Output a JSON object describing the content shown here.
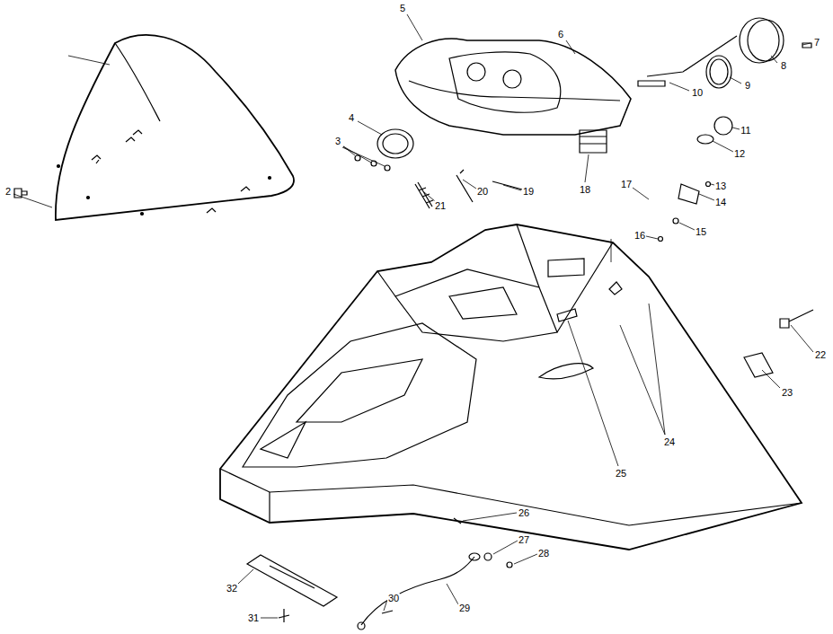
{
  "diagram": {
    "labels": [
      "2",
      "3",
      "4",
      "5",
      "6",
      "7",
      "8",
      "9",
      "10",
      "11",
      "12",
      "13",
      "14",
      "15",
      "16",
      "17",
      "18",
      "19",
      "20",
      "21",
      "22",
      "23",
      "24",
      "25",
      "26",
      "27",
      "28",
      "29",
      "30",
      "31",
      "32"
    ]
  }
}
